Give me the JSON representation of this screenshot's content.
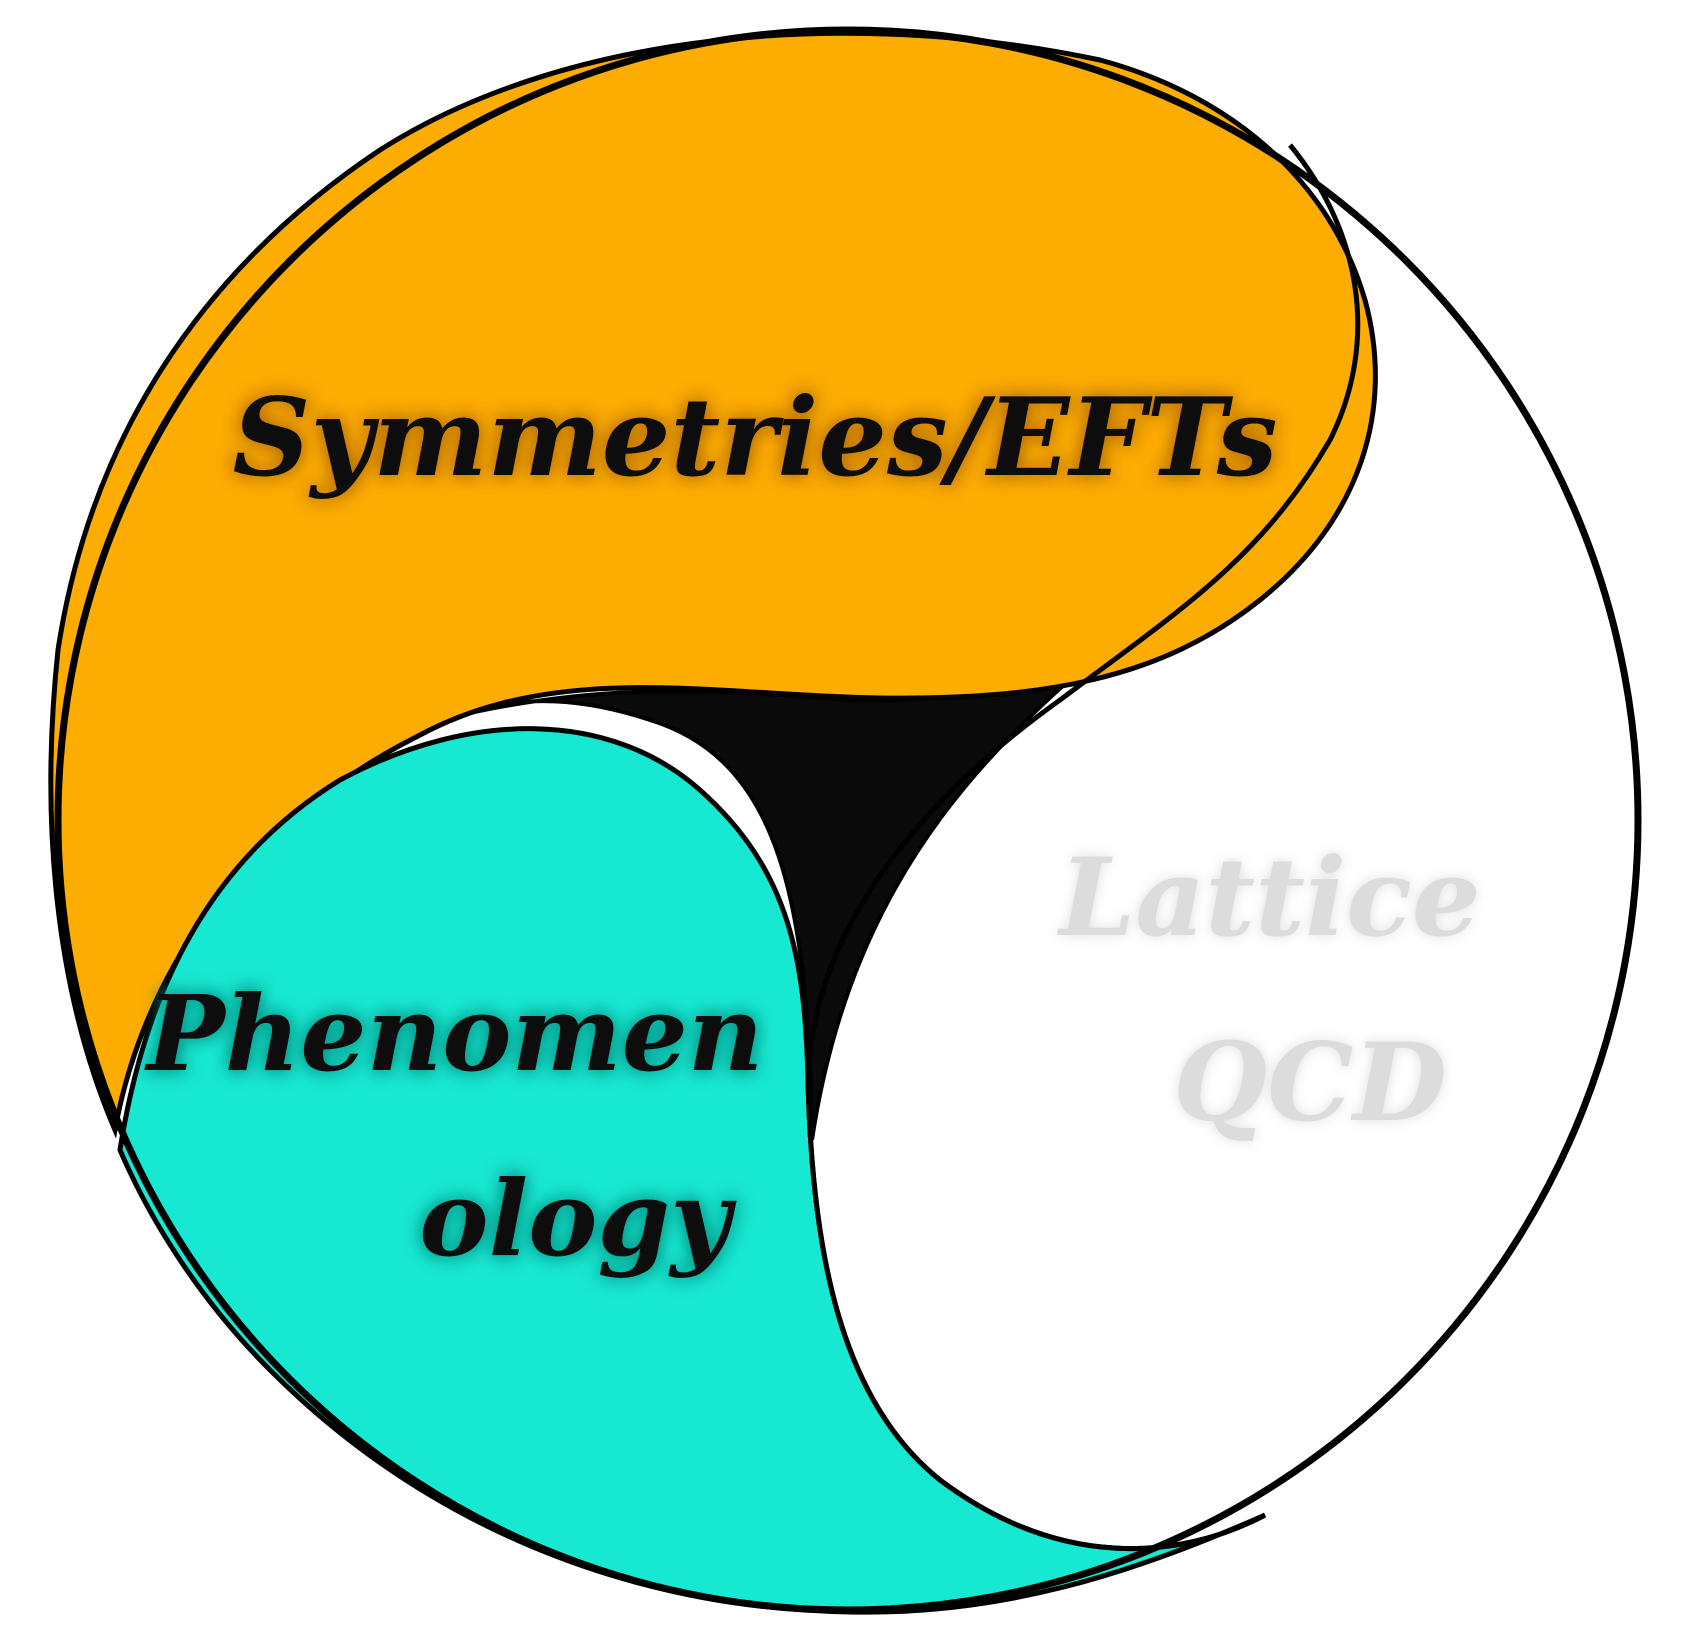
{
  "regions": {
    "symmetries": {
      "label": "Symmetries/EFTs",
      "fill": "#fdac01",
      "text_color": "#0a0a0a",
      "glow_color": "#b36e00"
    },
    "phenomenology": {
      "line1": "Phenomen",
      "line2": "ology",
      "fill": "#17e8d1",
      "text_color": "#0a0a0a",
      "glow_color": "#0d8f82"
    },
    "lattice": {
      "line1": "Lattice",
      "line2": "QCD",
      "fill": "#ffffff",
      "text_color": "#dcdcdc",
      "glow_color": "#bdbdbd"
    },
    "center": {
      "fill": "#0a0a0a"
    }
  },
  "outline_color": "#000000"
}
